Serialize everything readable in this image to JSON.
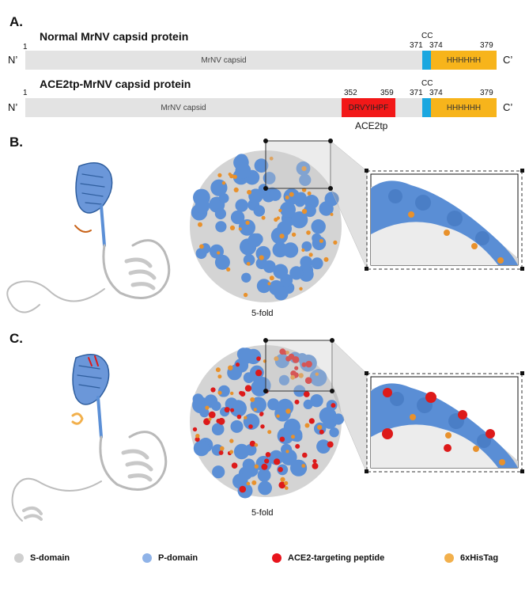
{
  "panel_a": {
    "letter": "A.",
    "normal": {
      "title": "Normal MrNV capsid protein",
      "n_term": "N’",
      "c_term": "C’",
      "ticks": [
        "1",
        "371",
        "374",
        "379"
      ],
      "cc_label": "CC",
      "capsid_label": "MrNV capsid",
      "his_label": "HHHHHH"
    },
    "ace2tp": {
      "title": "ACE2tp-MrNV capsid protein",
      "n_term": "N’",
      "c_term": "C’",
      "ticks": [
        "1",
        "352",
        "359",
        "371",
        "374",
        "379"
      ],
      "cc_label": "CC",
      "capsid_label": "MrNV capsid",
      "peptide_label": "DRVYIHPF",
      "peptide_name": "ACE2tp",
      "his_label": "HHHHHH"
    }
  },
  "panel_b": {
    "letter": "B.",
    "caption": "5-fold"
  },
  "panel_c": {
    "letter": "C.",
    "caption": "5-fold"
  },
  "legend": [
    {
      "label": "S-domain",
      "color": "#cfcfcf"
    },
    {
      "label": "P-domain",
      "color": "#8fb3e8"
    },
    {
      "label": "ACE2-targeting peptide",
      "color": "#e8141c"
    },
    {
      "label": "6xHisTag",
      "color": "#f2b04c"
    }
  ],
  "colors": {
    "capsid_bar": "#e3e3e3",
    "cc_segment": "#1aa7e0",
    "his_segment": "#f7b41b",
    "peptide_segment": "#f21818",
    "p_domain": "#5b8fd6",
    "s_domain": "#d4d4d4",
    "his_mark": "#e8912c",
    "peptide_mark": "#dd1a1a"
  }
}
